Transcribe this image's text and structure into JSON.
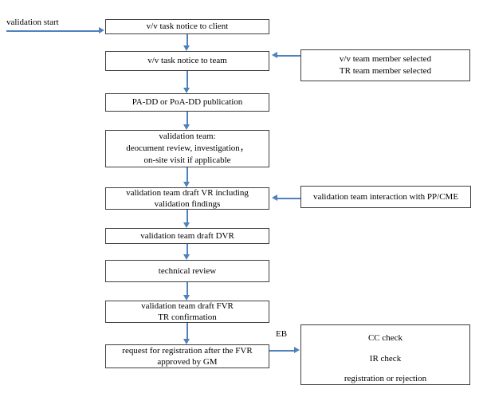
{
  "flowchart": {
    "start_label": "validation start",
    "main_nodes": [
      {
        "lines": [
          "v/v task notice to client"
        ]
      },
      {
        "lines": [
          "v/v task notice to team"
        ]
      },
      {
        "lines": [
          "PA-DD or PoA-DD publication"
        ]
      },
      {
        "lines": [
          "validation team:",
          "deocument review, investigation，",
          "on-site visit if applicable"
        ]
      },
      {
        "lines": [
          "validation team draft VR including",
          "validation findings"
        ]
      },
      {
        "lines": [
          "validation team draft DVR"
        ]
      },
      {
        "lines": [
          "technical review"
        ]
      },
      {
        "lines": [
          "validation team draft FVR",
          "TR confirmation"
        ]
      },
      {
        "lines": [
          "request for registration after the FVR",
          "approved by GM"
        ]
      }
    ],
    "side_nodes": [
      {
        "lines": [
          "v/v team member selected",
          "TR team member selected"
        ]
      },
      {
        "lines": [
          "validation team interaction with PP/CME"
        ]
      },
      {
        "lines": [
          "CC check",
          "IR check",
          "registration or rejection"
        ]
      }
    ],
    "edge_labels": {
      "eb": "EB"
    },
    "colors": {
      "arrow": "#4f81bd",
      "border": "#3f3f3f",
      "text": "#000000",
      "background": "#ffffff"
    }
  }
}
